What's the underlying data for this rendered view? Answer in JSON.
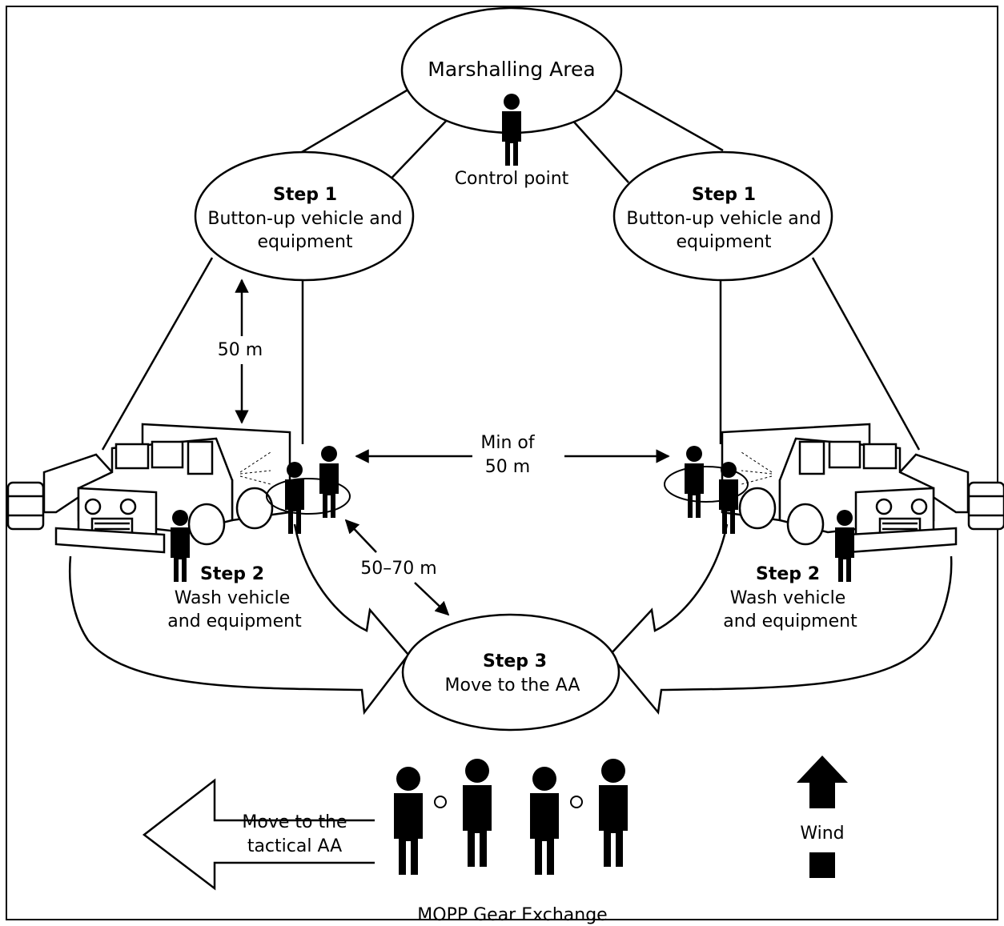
{
  "marshalling": {
    "label": "Marshalling Area"
  },
  "control_point": {
    "label": "Control point"
  },
  "step1_left": {
    "title": "Step 1",
    "line1": "Button-up vehicle and",
    "line2": "equipment"
  },
  "step1_right": {
    "title": "Step 1",
    "line1": "Button-up vehicle and",
    "line2": "equipment"
  },
  "step2_left": {
    "title": "Step 2",
    "line1": "Wash vehicle",
    "line2": "and equipment"
  },
  "step2_right": {
    "title": "Step 2",
    "line1": "Wash vehicle",
    "line2": "and equipment"
  },
  "step3": {
    "title": "Step 3",
    "line1": "Move to the AA"
  },
  "dist_50m": "50 m",
  "dist_min": {
    "line1": "Min of",
    "line2": "50 m"
  },
  "dist_50_70": "50–70 m",
  "tactical": {
    "line1": "Move to the",
    "line2": "tactical AA"
  },
  "wind": {
    "label": "Wind"
  },
  "mopp": {
    "label": "MOPP Gear Exchange"
  },
  "colors": {
    "ink": "#000000",
    "paper": "#ffffff"
  }
}
